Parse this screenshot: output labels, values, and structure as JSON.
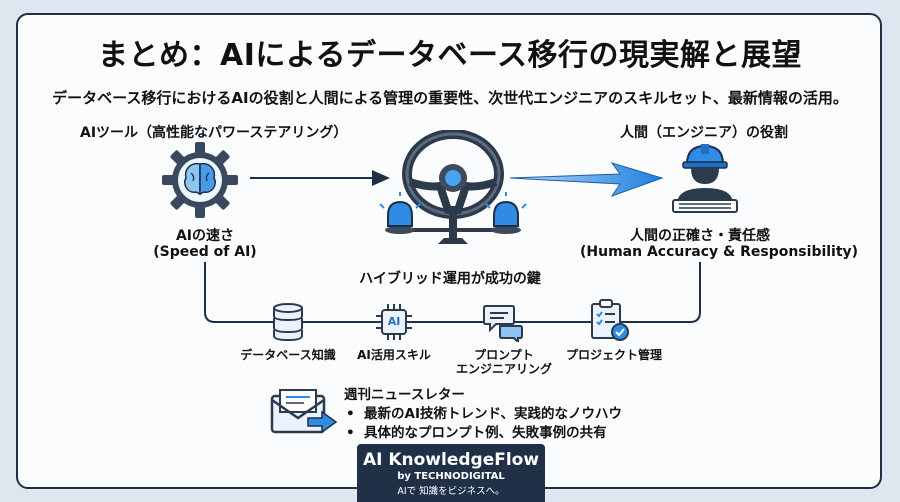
{
  "title": "まとめ：AIによるデータベース移行の現実解と展望",
  "subtitle": "データベース移行におけるAIの役割と人間による管理の重要性、次世代エンジニアのスキルセット、最新情報の活用。",
  "left_heading": "AIツール（高性能なパワーステアリング）",
  "left_label_line1": "AIの速さ",
  "left_label_line2": "(Speed of AI)",
  "right_heading": "人間（エンジニア）の役割",
  "right_label_line1": "人間の正確さ・責任感",
  "right_label_line2": "(Human Accuracy & Responsibility)",
  "center_label": "ハイブリッド運用が成功の鍵",
  "skills": [
    {
      "icon": "database-icon",
      "label": "データベース知識"
    },
    {
      "icon": "ai-chip-icon",
      "label": "AI活用スキル",
      "chip_text": "AI"
    },
    {
      "icon": "chat-bubbles-icon",
      "label_line1": "プロンプト",
      "label_line2": "エンジニアリング"
    },
    {
      "icon": "clipboard-check-icon",
      "label": "プロジェクト管理"
    }
  ],
  "newsletter": {
    "title": "週刊ニュースレター",
    "items": [
      "最新のAI技術トレンド、実践的なノウハウ",
      "具体的なプロンプト例、失敗事例の共有"
    ]
  },
  "brand": {
    "name": "AI KnowledgeFlow",
    "by": "by TECHNODIGITAL",
    "tagline": "AIで 知識をビジネスへ。"
  },
  "colors": {
    "navy": "#1f3047",
    "accent_blue": "#2e8be6",
    "line": "#1e2f4a"
  }
}
